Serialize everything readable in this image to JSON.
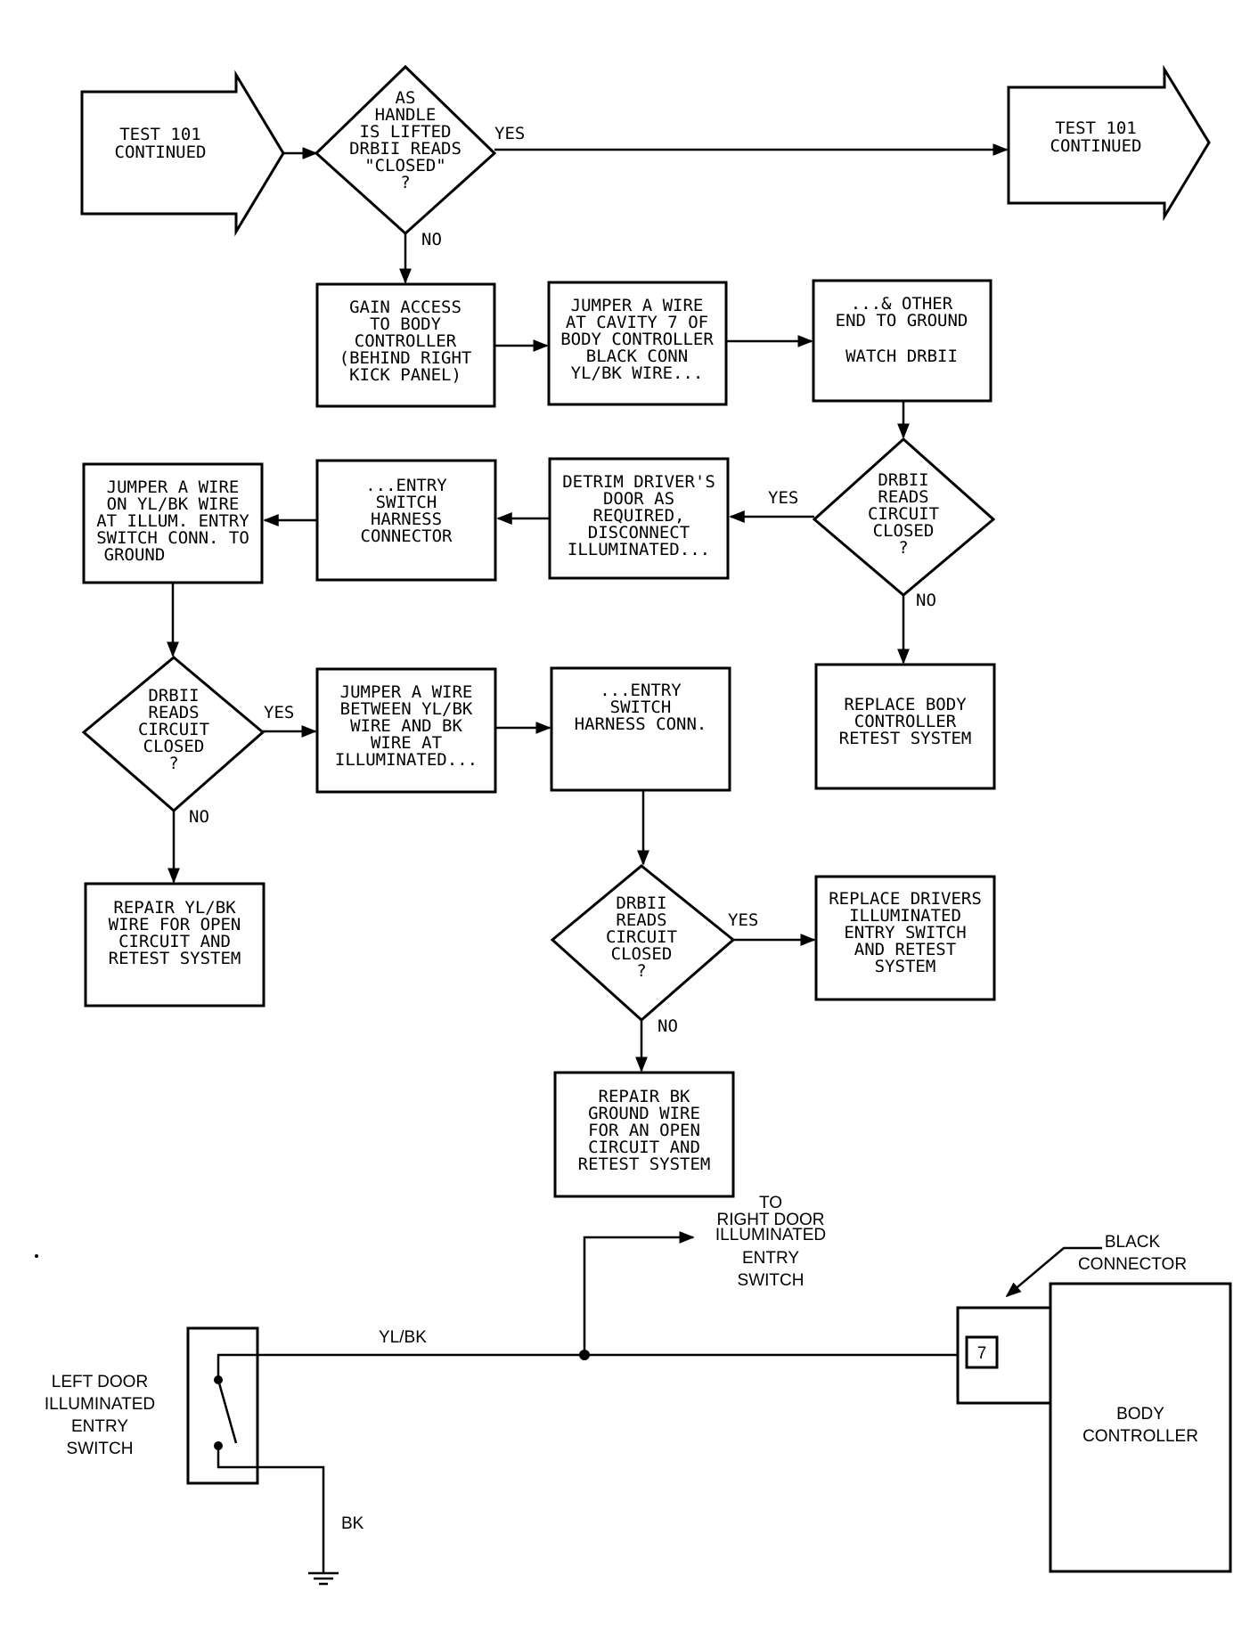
{
  "flowchart": {
    "start_arrow": [
      "TEST 101",
      "CONTINUED"
    ],
    "end_arrow": [
      "TEST 101",
      "CONTINUED"
    ],
    "d1": [
      "AS",
      "HANDLE",
      "IS LIFTED",
      "DRBII READS",
      "\"CLOSED\"",
      "?"
    ],
    "d1_yes": "YES",
    "d1_no": "NO",
    "b_gain": [
      "GAIN ACCESS",
      "TO BODY",
      "CONTROLLER",
      "(BEHIND RIGHT",
      "KICK PANEL)"
    ],
    "b_jump7": [
      "JUMPER A WIRE",
      "AT CAVITY 7 OF",
      "BODY CONTROLLER",
      "BLACK CONN",
      "YL/BK WIRE..."
    ],
    "b_other": [
      "...& OTHER",
      "END TO GROUND",
      "",
      "WATCH DRBII"
    ],
    "d2": [
      "DRBII",
      "READS",
      "CIRCUIT",
      "CLOSED",
      "?"
    ],
    "d2_yes": "YES",
    "d2_no": "NO",
    "b_replace_body": [
      "REPLACE BODY",
      "CONTROLLER",
      "RETEST SYSTEM"
    ],
    "b_detrim": [
      "DETRIM DRIVER'S",
      "DOOR AS",
      "REQUIRED,",
      "DISCONNECT",
      "ILLUMINATED..."
    ],
    "b_entry_harness": [
      "...ENTRY",
      "SWITCH",
      "HARNESS",
      "CONNECTOR"
    ],
    "b_jump_ylbk": [
      "JUMPER A WIRE",
      "ON YL/BK WIRE",
      "AT ILLUM. ENTRY",
      "SWITCH CONN. TO",
      "GROUND"
    ],
    "d3": [
      "DRBII",
      "READS",
      "CIRCUIT",
      "CLOSED",
      "?"
    ],
    "d3_yes": "YES",
    "d3_no": "NO",
    "b_jump_between": [
      "JUMPER A WIRE",
      "BETWEEN YL/BK",
      "WIRE AND BK",
      "WIRE AT",
      "ILLUMINATED..."
    ],
    "b_entry_conn": [
      "...ENTRY",
      "SWITCH",
      "HARNESS CONN."
    ],
    "b_repair_ylbk": [
      "REPAIR YL/BK",
      "WIRE FOR OPEN",
      "CIRCUIT AND",
      "RETEST SYSTEM"
    ],
    "d4": [
      "DRBII",
      "READS",
      "CIRCUIT",
      "CLOSED",
      "?"
    ],
    "d4_yes": "YES",
    "d4_no": "NO",
    "b_replace_switch": [
      "REPLACE DRIVERS",
      "ILLUMINATED",
      "ENTRY SWITCH",
      "AND RETEST",
      "SYSTEM"
    ],
    "b_repair_bk": [
      "REPAIR BK",
      "GROUND WIRE",
      "FOR AN OPEN",
      "CIRCUIT AND",
      "RETEST SYSTEM"
    ]
  },
  "wiring": {
    "to_label": [
      "TO",
      "RIGHT DOOR",
      "ILLUMINATED",
      "ENTRY",
      "SWITCH"
    ],
    "black_connector": [
      "BLACK",
      "CONNECTOR"
    ],
    "body_controller": [
      "BODY",
      "CONTROLLER"
    ],
    "left_switch": [
      "LEFT DOOR",
      "ILLUMINATED",
      "ENTRY",
      "SWITCH"
    ],
    "wire_ylbk": "YL/BK",
    "wire_bk": "BK",
    "cavity": "7"
  }
}
